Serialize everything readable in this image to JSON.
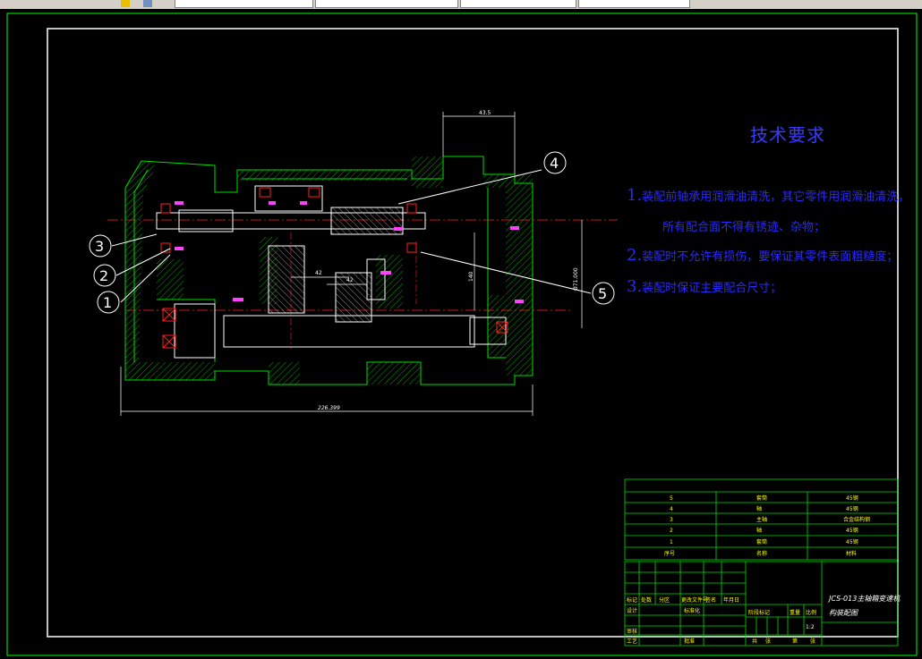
{
  "tabs": [
    "",
    "",
    "",
    "",
    "",
    ""
  ],
  "technical": {
    "title": "技术要求",
    "items": [
      {
        "num": "1.",
        "text": "装配前轴承用润滑油清洗，其它零件用润滑油清洗，"
      },
      {
        "num": "",
        "text": "所有配合面不得有锈迹、杂物；"
      },
      {
        "num": "2.",
        "text": "装配时不允许有损伤，要保证其零件表面粗糙度；"
      },
      {
        "num": "3.",
        "text": "装配时保证主要配合尺寸；"
      }
    ]
  },
  "balloons": [
    "1",
    "2",
    "3",
    "4",
    "5"
  ],
  "dims": {
    "top": "43.5",
    "total": "226.399",
    "d1": "42",
    "d2": "42",
    "d3": "140",
    "d4": "Ø71.000"
  },
  "parts_list": {
    "rows": [
      {
        "no": "5",
        "name": "套筒",
        "material": "45钢"
      },
      {
        "no": "4",
        "name": "轴",
        "material": "45钢"
      },
      {
        "no": "3",
        "name": "主轴",
        "material": "合金结构钢"
      },
      {
        "no": "2",
        "name": "轴",
        "material": "45钢"
      },
      {
        "no": "1",
        "name": "套筒",
        "material": "45钢"
      }
    ],
    "header": {
      "no": "序号",
      "name": "名称",
      "material": "材料"
    }
  },
  "title_block": {
    "name_line1": "JCS-013主轴箱变速机",
    "name_line2": "构装配图",
    "scale": "1:2",
    "labels": [
      "标记",
      "处数",
      "分区",
      "更改文件号",
      "签名",
      "年月日",
      "设计",
      "标准化",
      "审核",
      "工艺",
      "批准",
      "阶段标记",
      "重量",
      "比例",
      "共",
      "张",
      "第",
      "张"
    ]
  },
  "colors": {
    "frame": "#ffffff",
    "outline": "#00ff00",
    "center": "#ff0000",
    "text": "#0000ff",
    "part": "#ffffff"
  }
}
